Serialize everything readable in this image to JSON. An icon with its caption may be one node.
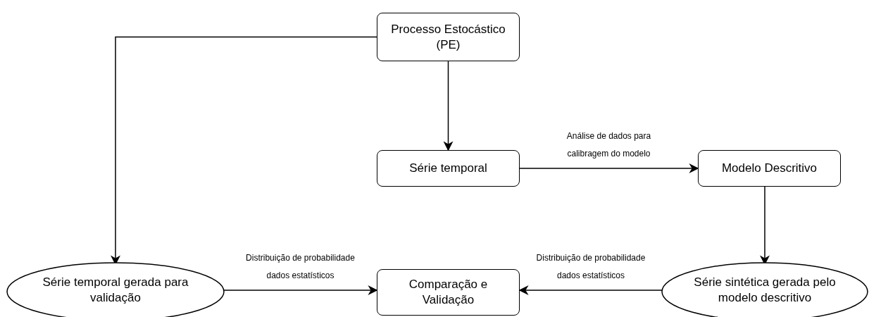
{
  "diagram": {
    "nodes": [
      {
        "text": [
          "Processo Estocástico (PE)"
        ]
      },
      {
        "text": [
          "Série temporal"
        ]
      },
      {
        "text": [
          "Modelo Descritivo"
        ]
      },
      {
        "text": [
          "Série temporal gerada para validação"
        ]
      },
      {
        "text": [
          "Comparação e Validação"
        ]
      },
      {
        "text": [
          "Série sintética gerada pelo modelo descritivo"
        ]
      }
    ],
    "edges": [
      {
        "from": 0,
        "to": 3,
        "arrow": "to"
      },
      {
        "from": 0,
        "to": 1,
        "arrow": "to"
      },
      {
        "from": 1,
        "to": 2,
        "arrow": "to",
        "label": "Análise de dados para calibragem do modelo"
      },
      {
        "from": 2,
        "to": 5,
        "arrow": "to"
      },
      {
        "from": 3,
        "to": 4,
        "arrow": "to",
        "label": "Distribuição de probabilidade dados estatísticos"
      },
      {
        "from": 5,
        "to": 4,
        "arrow": "to",
        "label": "Distribuição de probabilidade dados estatísticos"
      }
    ]
  }
}
